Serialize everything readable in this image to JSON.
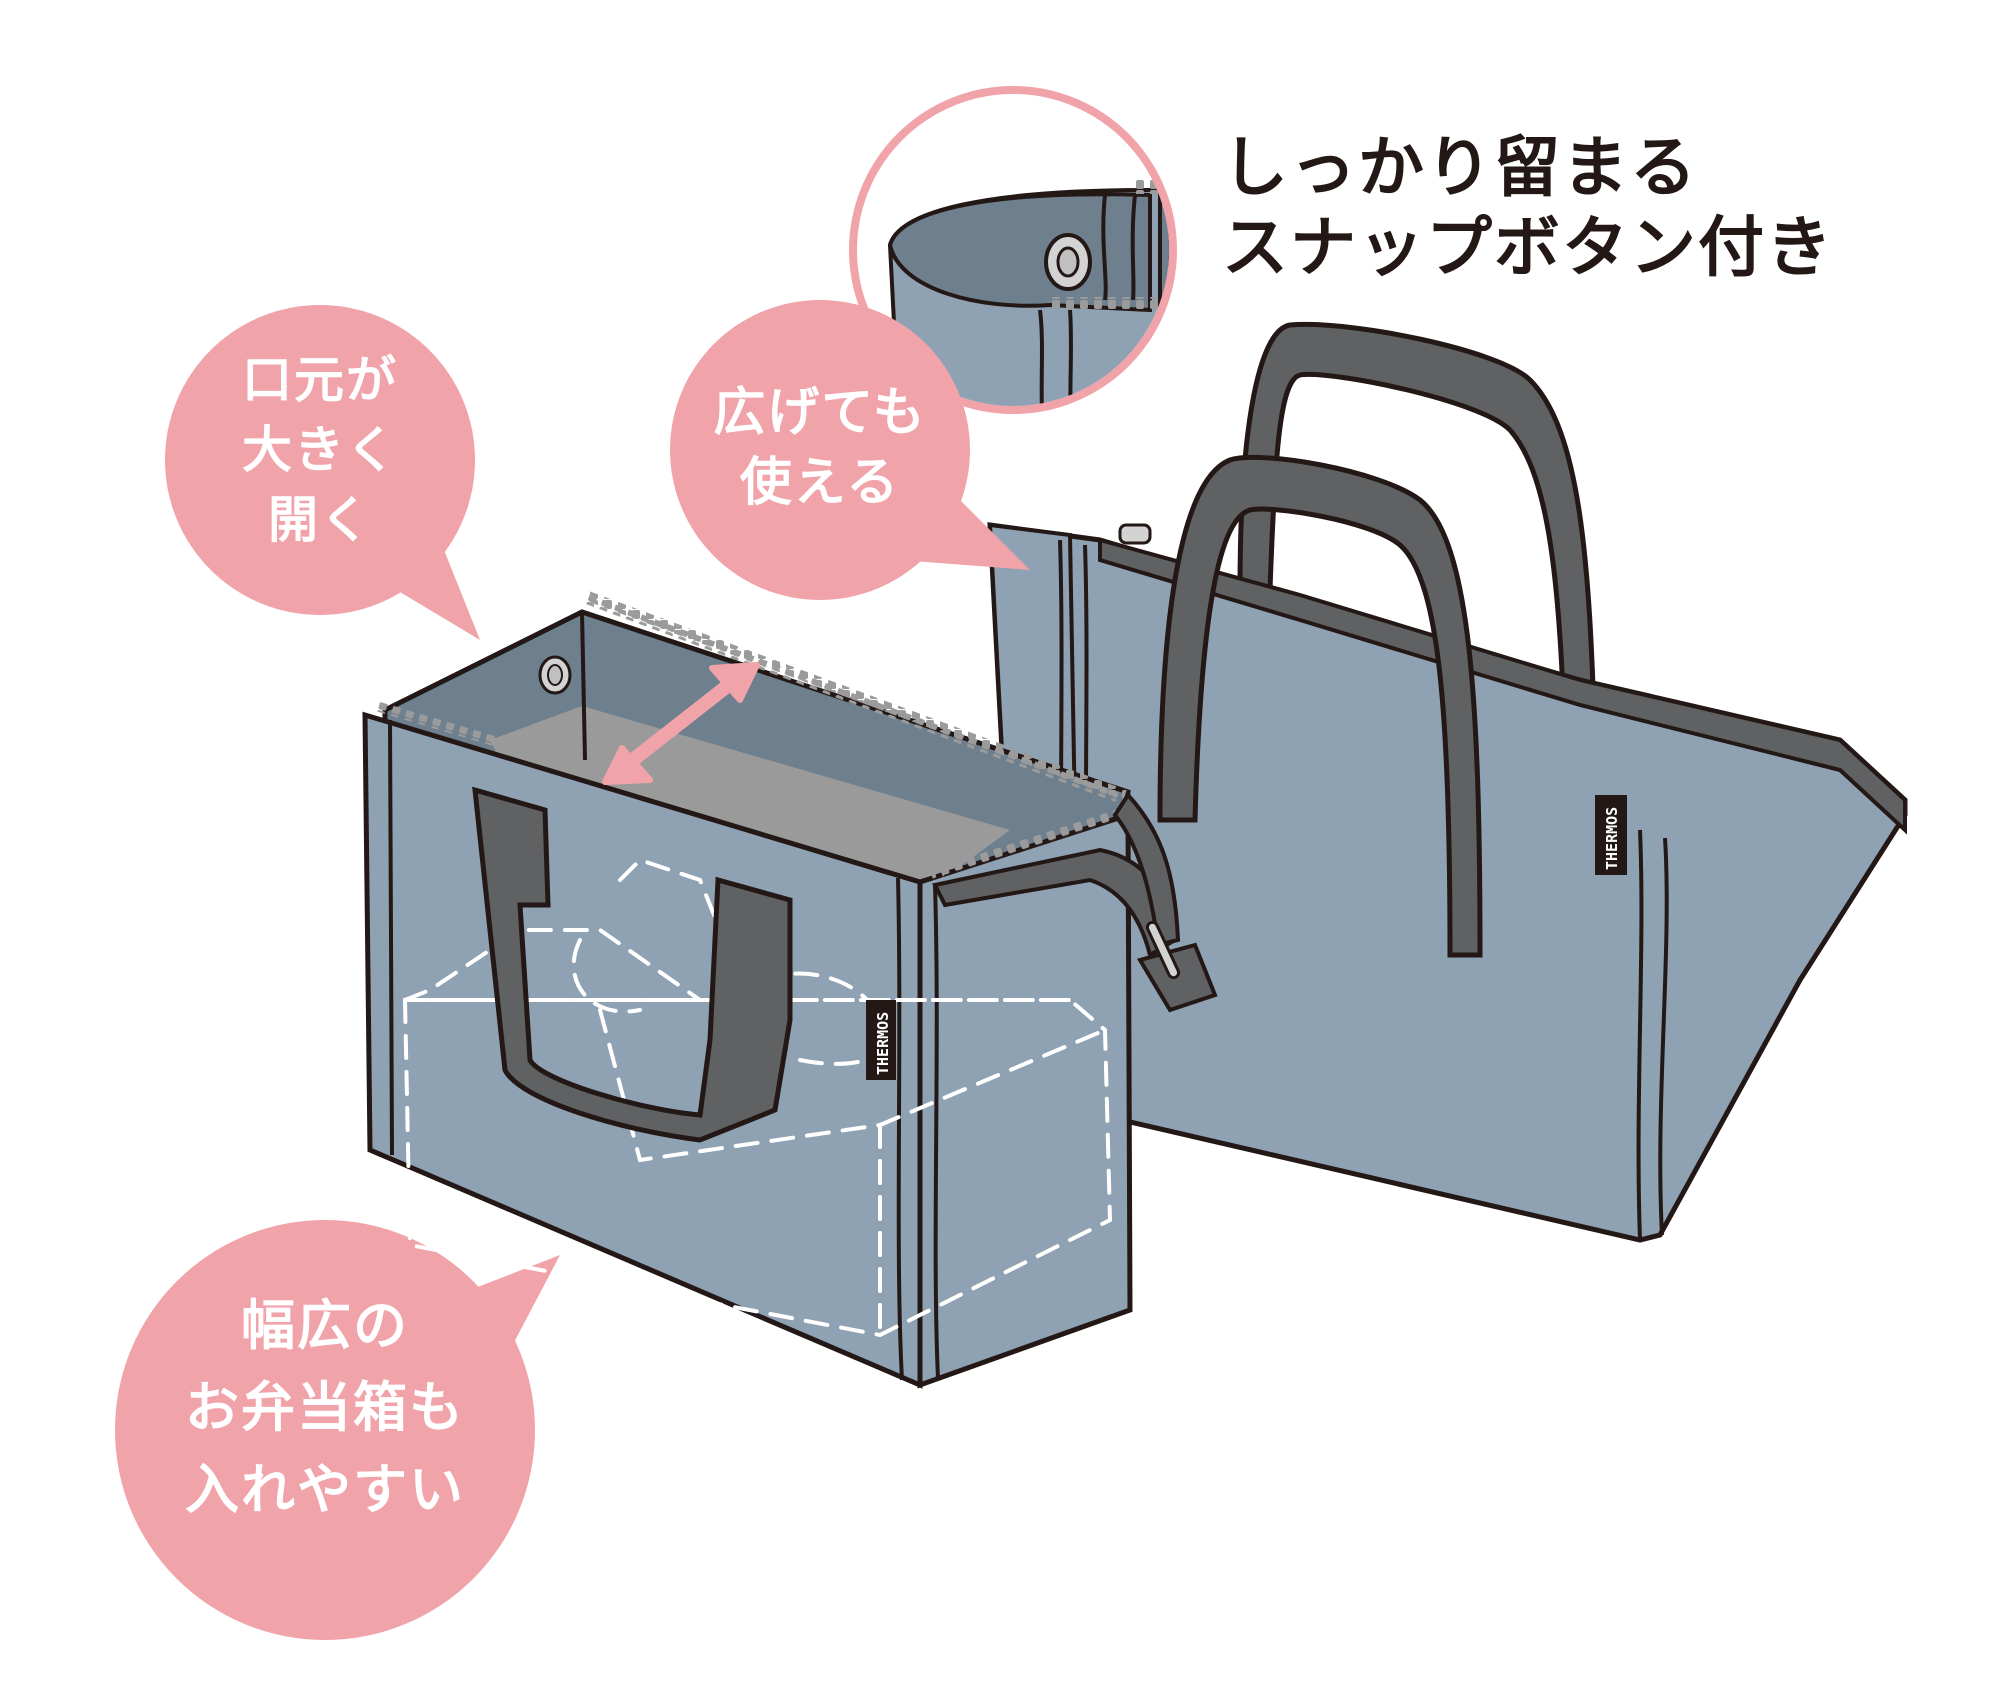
{
  "colors": {
    "background": "#ffffff",
    "bag_body": "#8fa2b3",
    "bag_inner_dark": "#6e7f8d",
    "bag_inner_floor": "#9a9a9a",
    "handle": "#5f6163",
    "outline": "#231815",
    "bubble_pink": "#f1a3aa",
    "zipper_teeth": "#9b9b9b",
    "snap_button": "#d3d3d3",
    "headline_text": "#231815"
  },
  "headline": {
    "line1": "しっかり留まる",
    "line2": "スナップボタン付き"
  },
  "callouts": [
    {
      "id": "wide-opening",
      "lines": [
        "口元が",
        "大きく",
        "開く"
      ]
    },
    {
      "id": "usable-open",
      "lines": [
        "広げても",
        "使える"
      ]
    },
    {
      "id": "wide-lunchbox",
      "lines": [
        "幅広の",
        "お弁当箱も",
        "入れやすい"
      ]
    }
  ],
  "inset": {
    "label": "snap-button-detail"
  },
  "products": [
    {
      "name": "lunch-bag-open",
      "brand_tag": "THERMOS"
    },
    {
      "name": "lunch-tote-closed",
      "brand_tag": "THERMOS"
    }
  ]
}
